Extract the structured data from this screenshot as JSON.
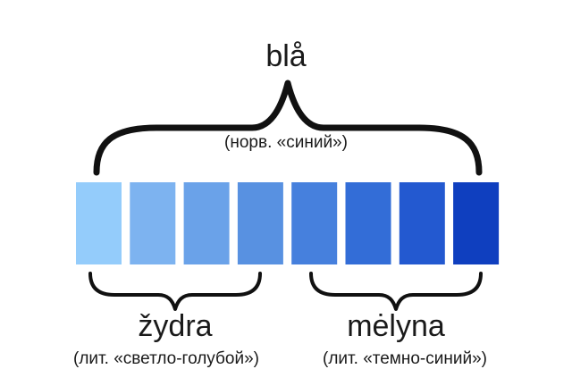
{
  "diagram": {
    "top_group": {
      "word": "blå",
      "gloss": "(норв. «синий»)"
    },
    "left_group": {
      "word": "žydra",
      "gloss": "(лит. «светло-голубой»)"
    },
    "right_group": {
      "word": "mėlyna",
      "gloss": "(лит. «темно-синий»)"
    },
    "swatches": [
      {
        "color": "#94ccfb"
      },
      {
        "color": "#7db3f0"
      },
      {
        "color": "#6aa2e9"
      },
      {
        "color": "#5891e1"
      },
      {
        "color": "#4680dd"
      },
      {
        "color": "#336dd7"
      },
      {
        "color": "#2359d0"
      },
      {
        "color": "#0f3fbf"
      }
    ]
  }
}
